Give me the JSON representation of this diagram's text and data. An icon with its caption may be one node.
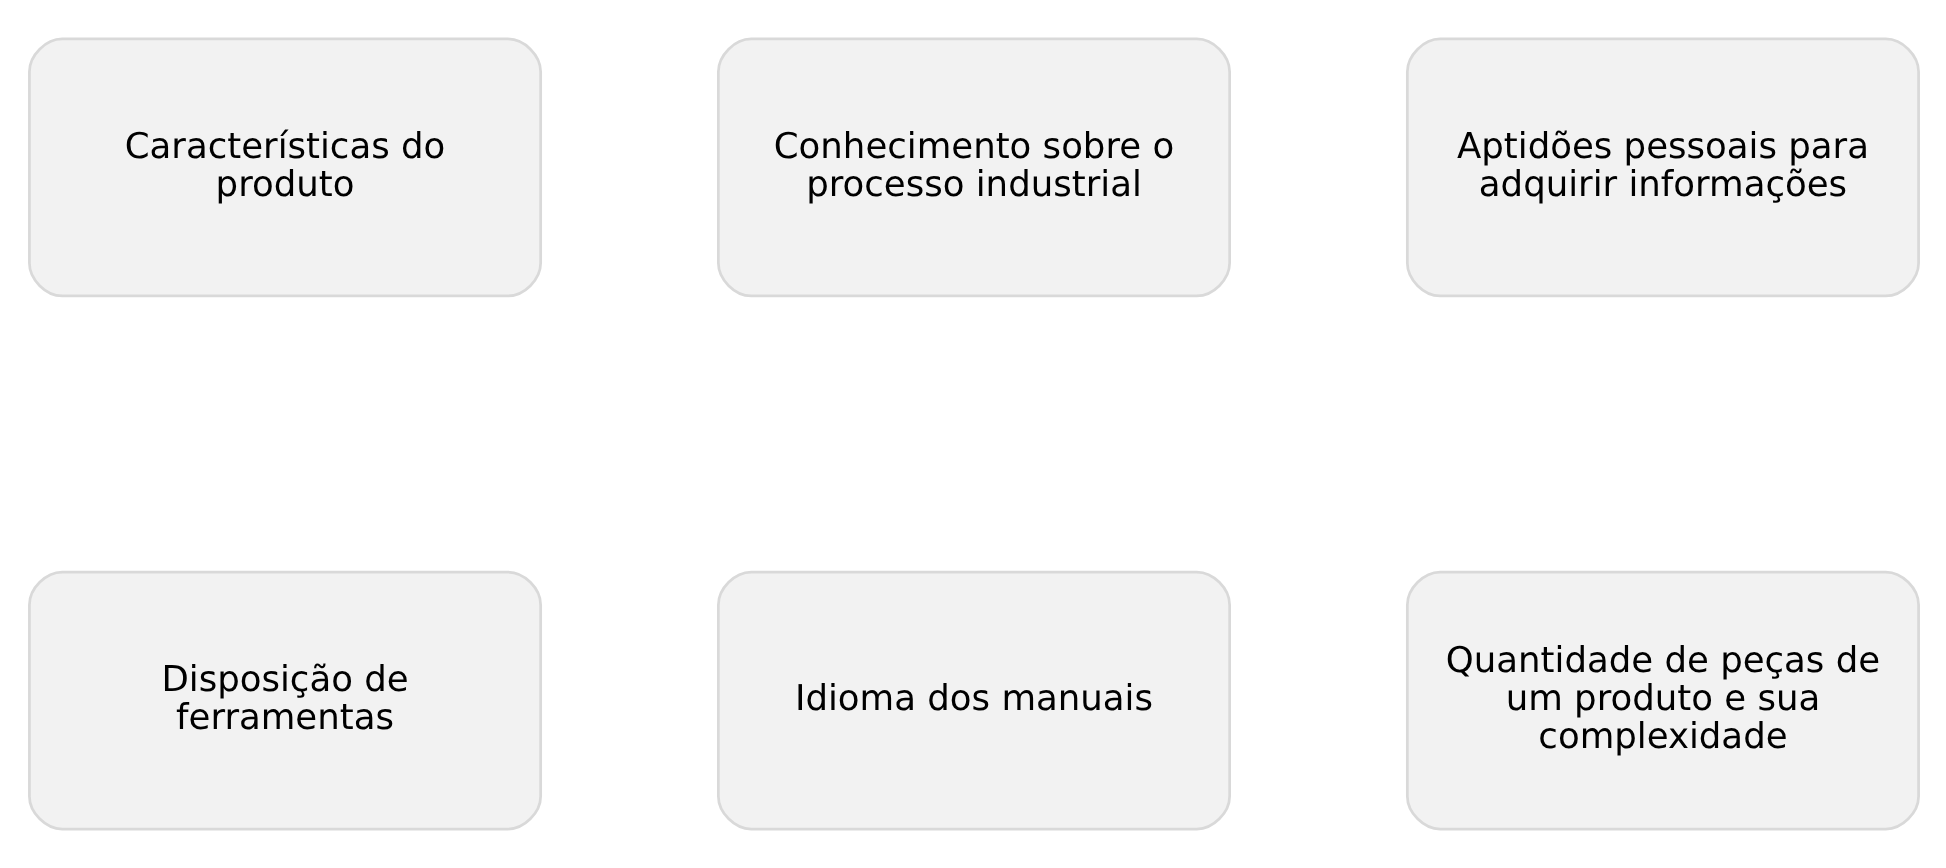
{
  "diagram": {
    "nodes": [
      {
        "text": [
          "Características do produto"
        ]
      },
      {
        "text": [
          "Conhecimento sobre o processo industrial"
        ]
      },
      {
        "text": [
          "Aptidões pessoais para adquirir informações"
        ]
      },
      {
        "text": [
          "Disposição de ferramentas"
        ]
      },
      {
        "text": [
          "Idioma dos manuais"
        ]
      },
      {
        "text": [
          "Quantidade de peças de um produto e sua complexidade"
        ]
      }
    ]
  }
}
